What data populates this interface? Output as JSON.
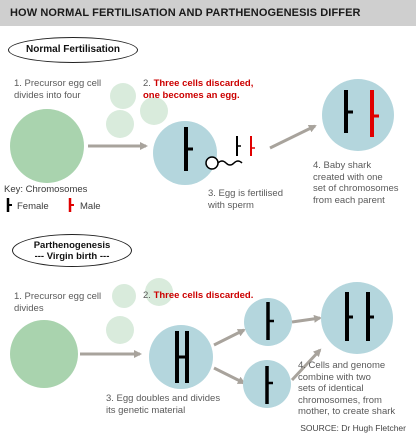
{
  "title": "HOW NORMAL FERTILISATION AND PARTHENOGENESIS DIFFER",
  "normal": {
    "heading": "Normal Fertilisation",
    "step1": [
      "1. Precursor egg cell",
      "divides into four"
    ],
    "step2_number": "2.",
    "step2": [
      "Three cells discarded,",
      "one becomes an egg."
    ],
    "step3": [
      "3. Egg is fertilised",
      "with sperm"
    ],
    "step4": [
      "4. Baby shark",
      "created with one",
      "set of chromosomes",
      "from each parent"
    ]
  },
  "key": {
    "title": "Key: Chromosomes",
    "female": "Female",
    "male": "Male"
  },
  "parthenogenesis": {
    "heading": "Parthenogenesis",
    "subheading": "--- Virgin birth ---",
    "step1": [
      "1. Precursor egg cell",
      "divides"
    ],
    "step2_number": "2.",
    "step2": "Three cells discarded.",
    "step3": [
      "3. Egg doubles and divides",
      "its genetic material"
    ],
    "step4": [
      "4. Cells and genome",
      "combine with two",
      "sets of identical",
      "chromosomes, from",
      "mother, to create shark"
    ]
  },
  "source": "SOURCE: Dr Hugh Fletcher",
  "colors": {
    "cell_green": "#a9d3ae",
    "cell_blue": "#b4d6dd",
    "arrow": "#a8a39c",
    "female": "#000000",
    "male": "#e00000",
    "highlight": "#cc0000"
  }
}
